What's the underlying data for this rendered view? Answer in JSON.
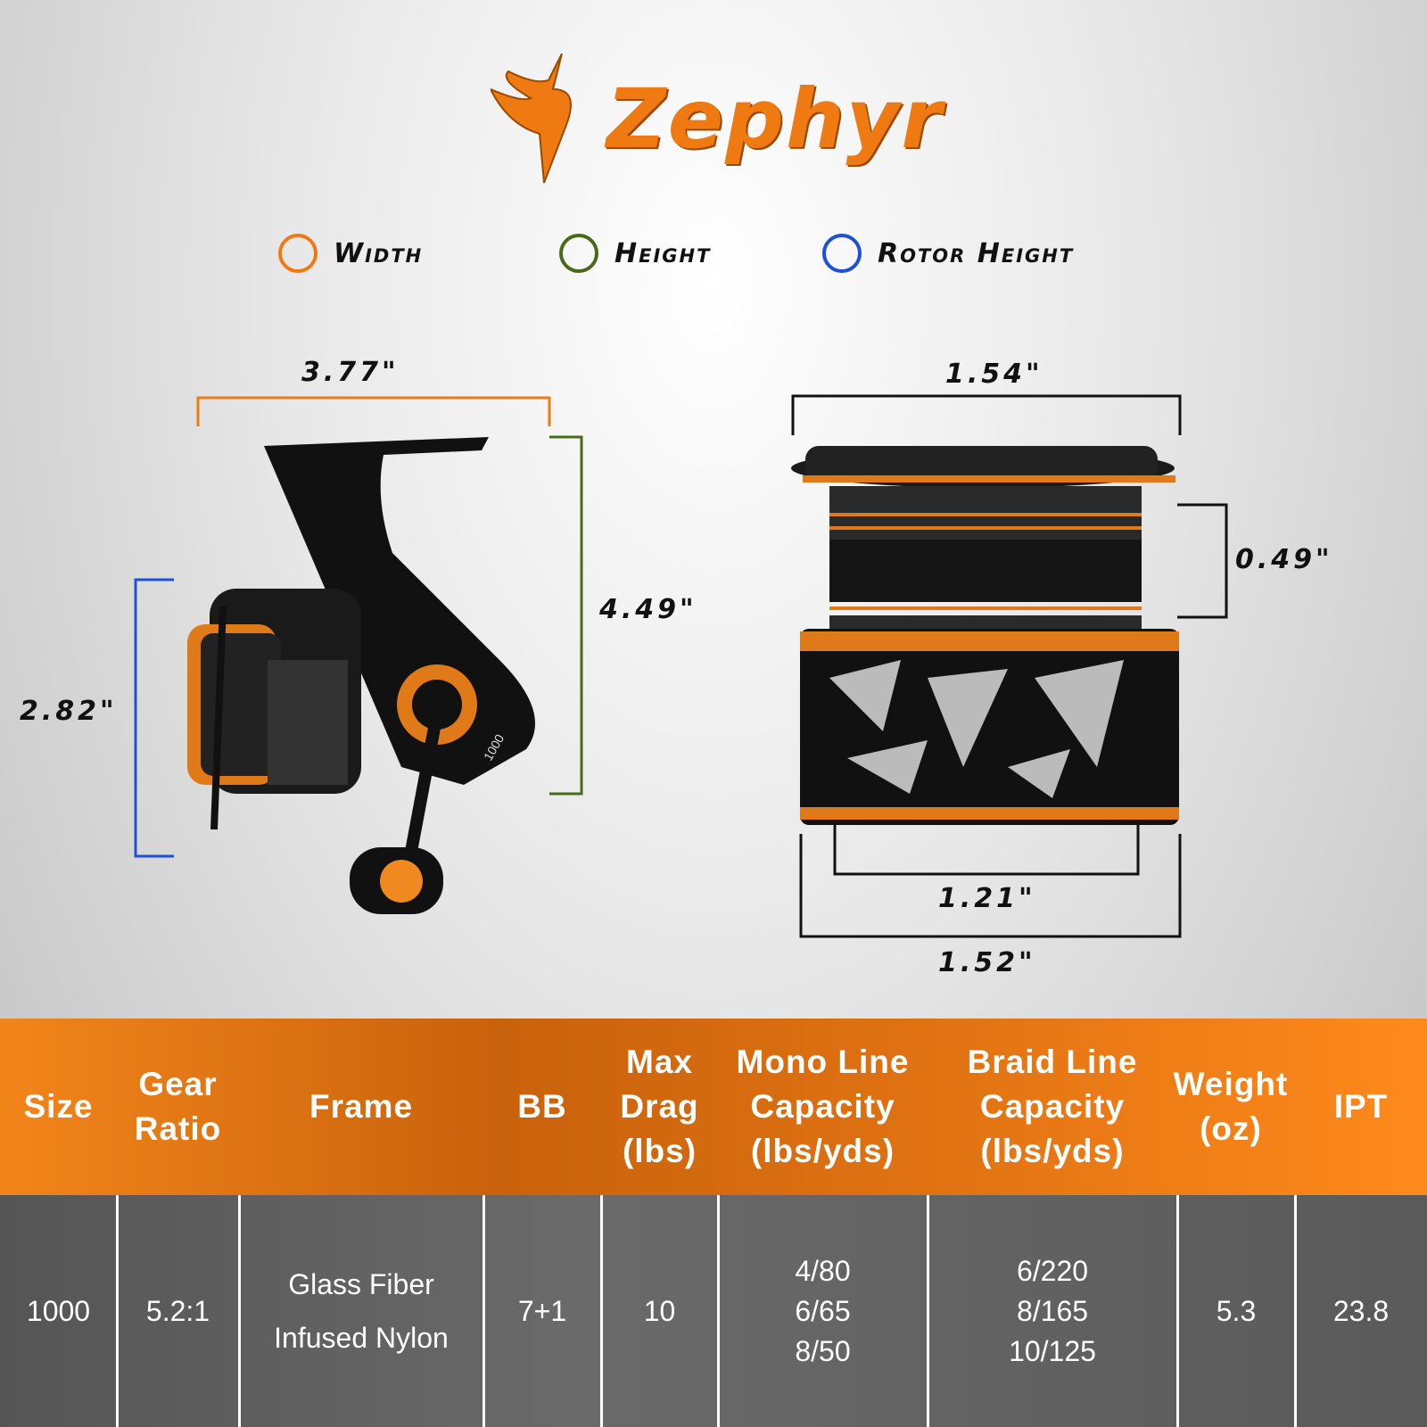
{
  "brand": {
    "name": "Zephyr",
    "color": "#f07a12"
  },
  "legend": [
    {
      "label": "Width",
      "color": "#f07a12",
      "icon": "circle-ring-icon"
    },
    {
      "label": "Height",
      "color": "#4a6a1a",
      "icon": "circle-ring-icon"
    },
    {
      "label": "Rotor Height",
      "color": "#1e4fd8",
      "icon": "circle-ring-icon"
    }
  ],
  "reel_dimensions": {
    "width": "3.77\"",
    "height": "4.49\"",
    "rotor_height": "2.82\""
  },
  "reel_markings": {
    "model": "1000"
  },
  "spool_dimensions": {
    "top_width": "1.54\"",
    "knurl_height": "0.49\"",
    "inner_width": "1.21\"",
    "bottom_width": "1.52\""
  },
  "table": {
    "headers": [
      "Size",
      "Gear\nRatio",
      "Frame",
      "BB",
      "Max\nDrag\n(lbs)",
      "Mono Line\nCapacity\n(lbs/yds)",
      "Braid Line\nCapacity\n(lbs/yds)",
      "Weight\n(oz)",
      "IPT"
    ],
    "row": [
      "1000",
      "5.2:1",
      "Glass Fiber\nInfused Nylon",
      "7+1",
      "10",
      "4/80\n6/65\n8/50",
      "6/220\n8/165\n10/125",
      "5.3",
      "23.8"
    ]
  }
}
